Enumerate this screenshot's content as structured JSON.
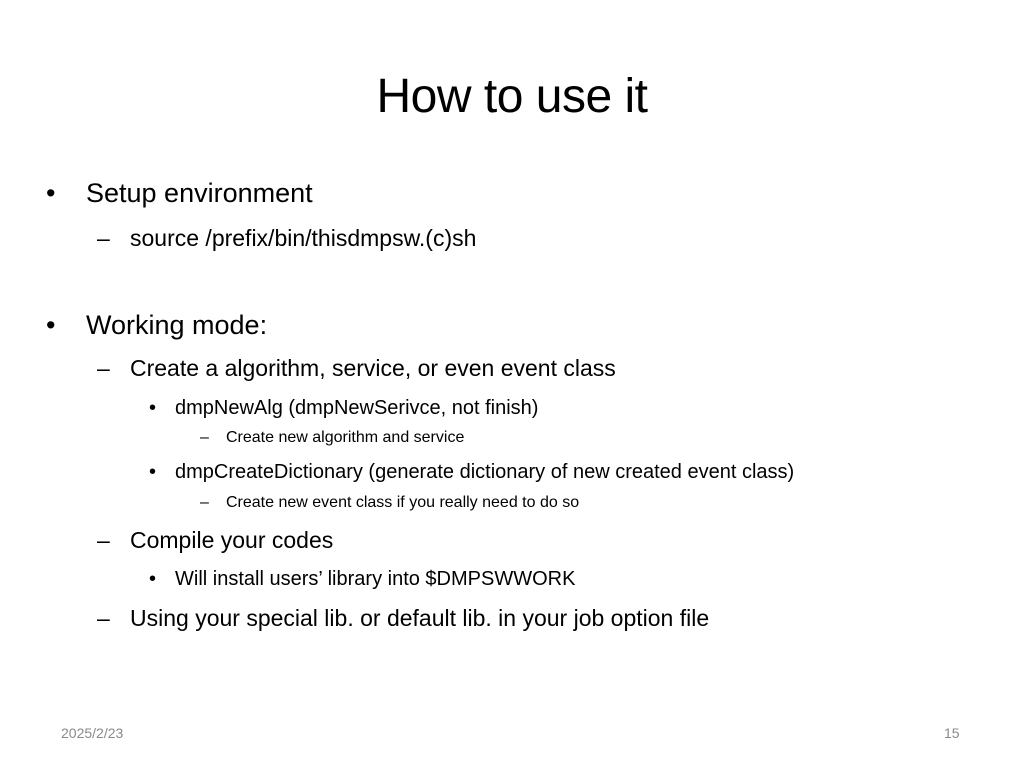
{
  "slide": {
    "title": "How to use it",
    "markers": {
      "bullet": "•",
      "dash": "–"
    },
    "items": [
      {
        "level": 1,
        "text": "Setup environment",
        "children": [
          {
            "level": 2,
            "text": "source  /prefix/bin/thisdmpsw.(c)sh"
          }
        ]
      },
      {
        "level": 1,
        "text": "Working mode:",
        "children": [
          {
            "level": 2,
            "text": "Create a algorithm, service, or even event class",
            "children": [
              {
                "level": 3,
                "text": "dmpNewAlg (dmpNewSerivce, not finish)",
                "children": [
                  {
                    "level": 4,
                    "text": "Create new algorithm and service"
                  }
                ]
              },
              {
                "level": 3,
                "text": "dmpCreateDictionary (generate dictionary of new created event class)",
                "children": [
                  {
                    "level": 4,
                    "text": "Create new event class if you really need to do so"
                  }
                ]
              }
            ]
          },
          {
            "level": 2,
            "text": "Compile your codes",
            "children": [
              {
                "level": 3,
                "text": "Will install users’ library into $DMPSWWORK"
              }
            ]
          },
          {
            "level": 2,
            "text": "Using your special lib. or default lib. in your job option file"
          }
        ]
      }
    ],
    "footer": {
      "date": "2025/2/23",
      "page_number": "15"
    }
  }
}
